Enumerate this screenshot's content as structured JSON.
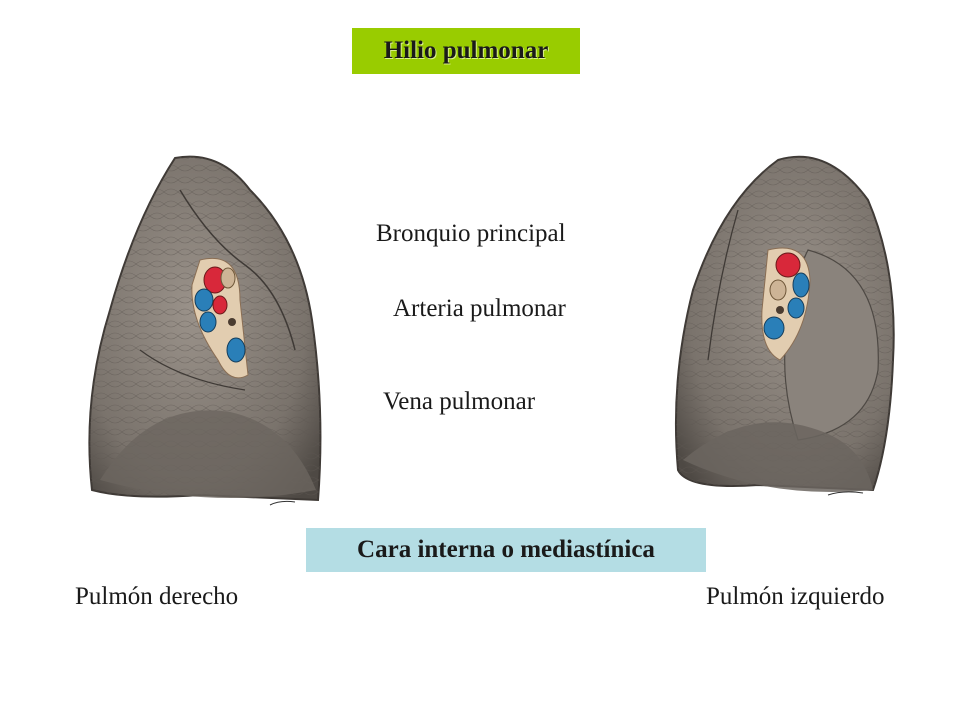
{
  "title": "Hilio pulmonar",
  "subtitle": "Cara interna o mediastínica",
  "labels": {
    "bronquio": "Bronquio principal",
    "arteria": "Arteria pulmonar",
    "vena": "Vena pulmonar"
  },
  "lungs": {
    "right": "Pulmón derecho",
    "left": "Pulmón izquierdo"
  },
  "colors": {
    "title_bg": "#99cc00",
    "subtitle_bg": "#b4dde4",
    "lung_tissue": "#7d766f",
    "artery": "#d8283a",
    "vein": "#2a7fb8",
    "bronchus": "#e6d6b8"
  }
}
